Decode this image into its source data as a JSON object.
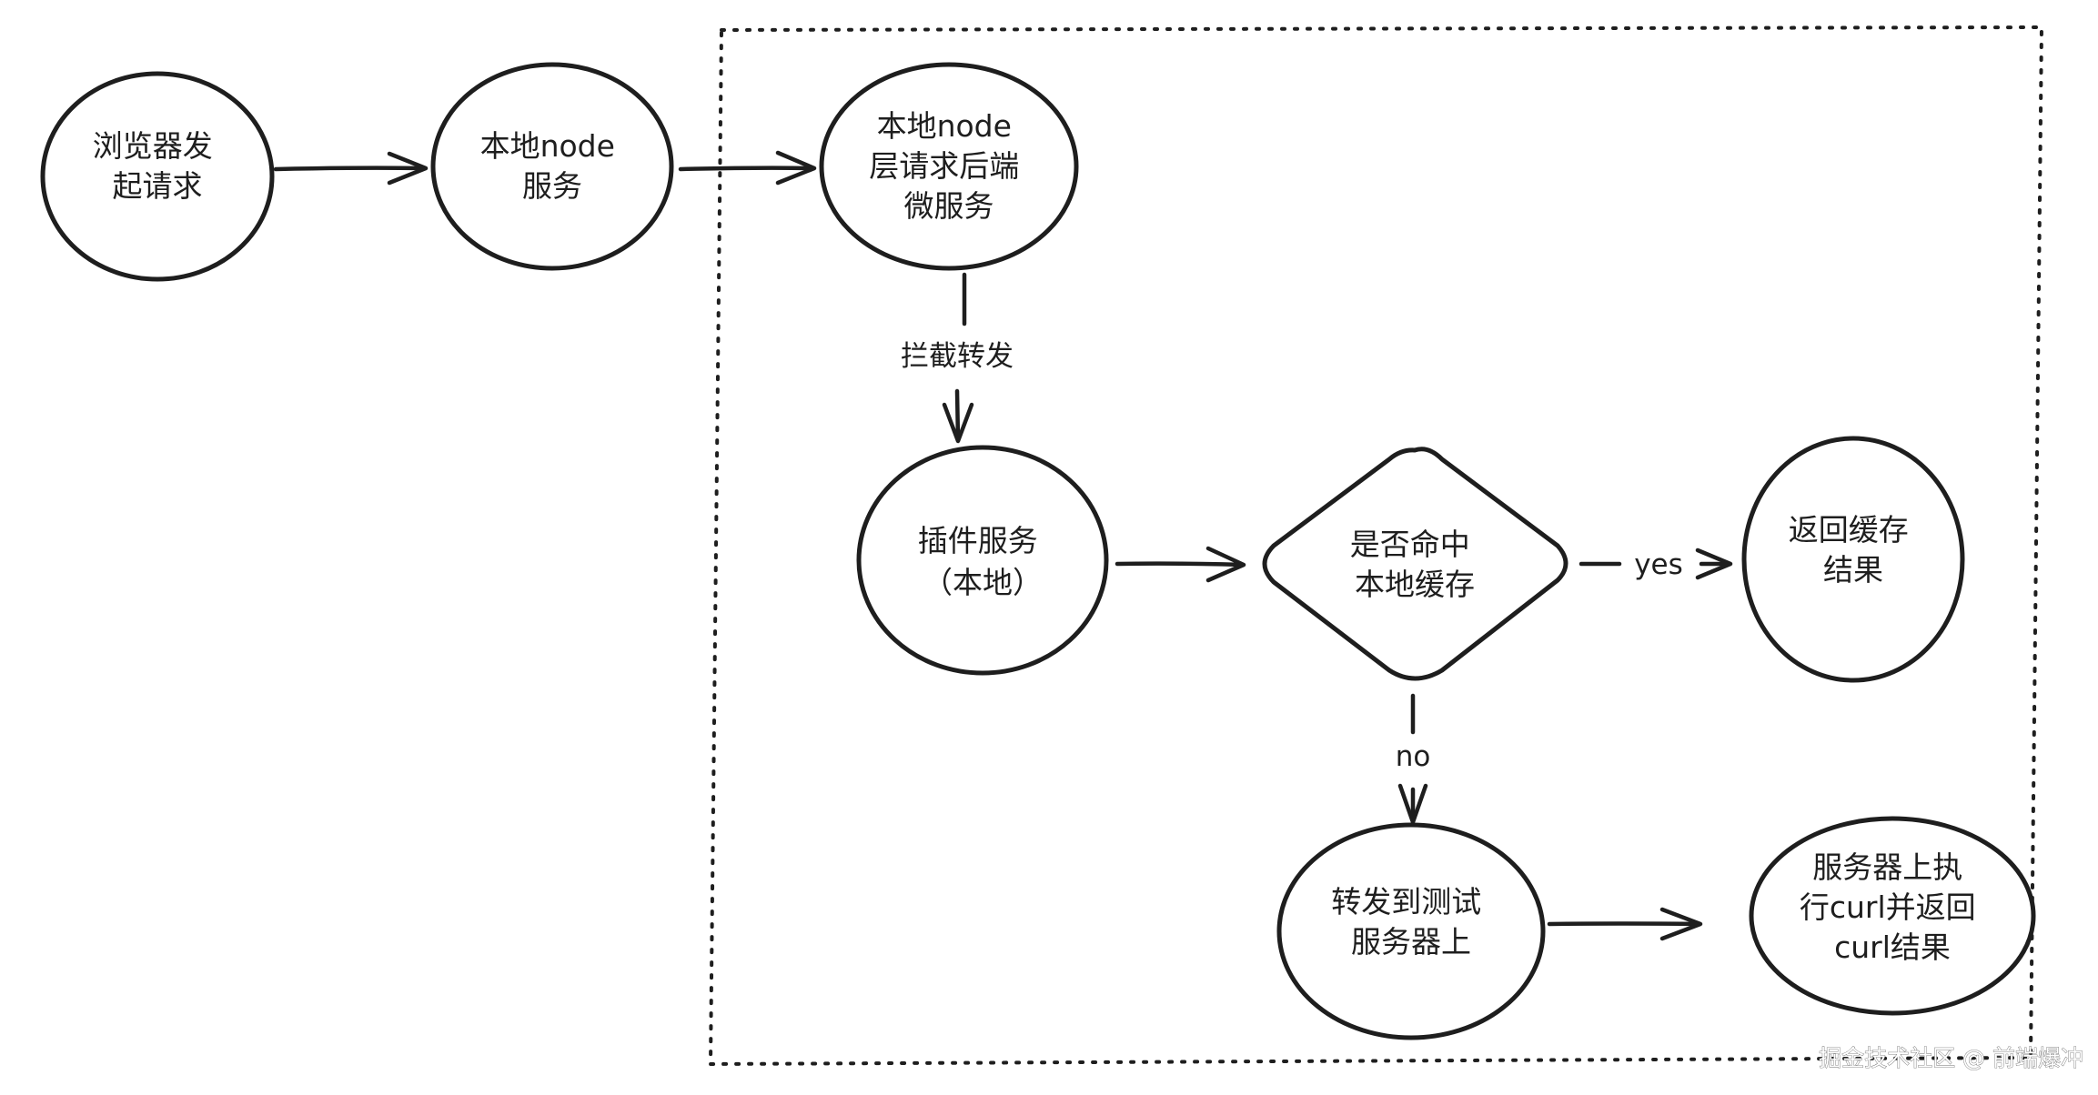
{
  "nodes": {
    "browser_request": {
      "lines": [
        "浏览器发",
        "起请求"
      ]
    },
    "local_node_service": {
      "lines": [
        "本地node",
        "服务"
      ]
    },
    "node_layer_request": {
      "lines": [
        "本地node",
        "层请求后端",
        "微服务"
      ]
    },
    "plugin_service": {
      "lines": [
        "插件服务",
        "（本地）"
      ]
    },
    "cache_hit_decision": {
      "lines": [
        "是否命中",
        "本地缓存"
      ]
    },
    "return_cache": {
      "lines": [
        "返回缓存",
        "结果"
      ]
    },
    "forward_test_server": {
      "lines": [
        "转发到测试",
        "服务器上"
      ]
    },
    "server_exec_curl": {
      "lines": [
        "服务器上执",
        "行curl并返回",
        "curl结果"
      ]
    }
  },
  "edges": {
    "intercept_forward": {
      "label": "拦截转发"
    },
    "yes": {
      "label": "yes"
    },
    "no": {
      "label": "no"
    }
  },
  "watermark": "掘金技术社区 @ 前端爆冲",
  "colors": {
    "stroke": "#1e1e1e",
    "background": "#ffffff"
  }
}
